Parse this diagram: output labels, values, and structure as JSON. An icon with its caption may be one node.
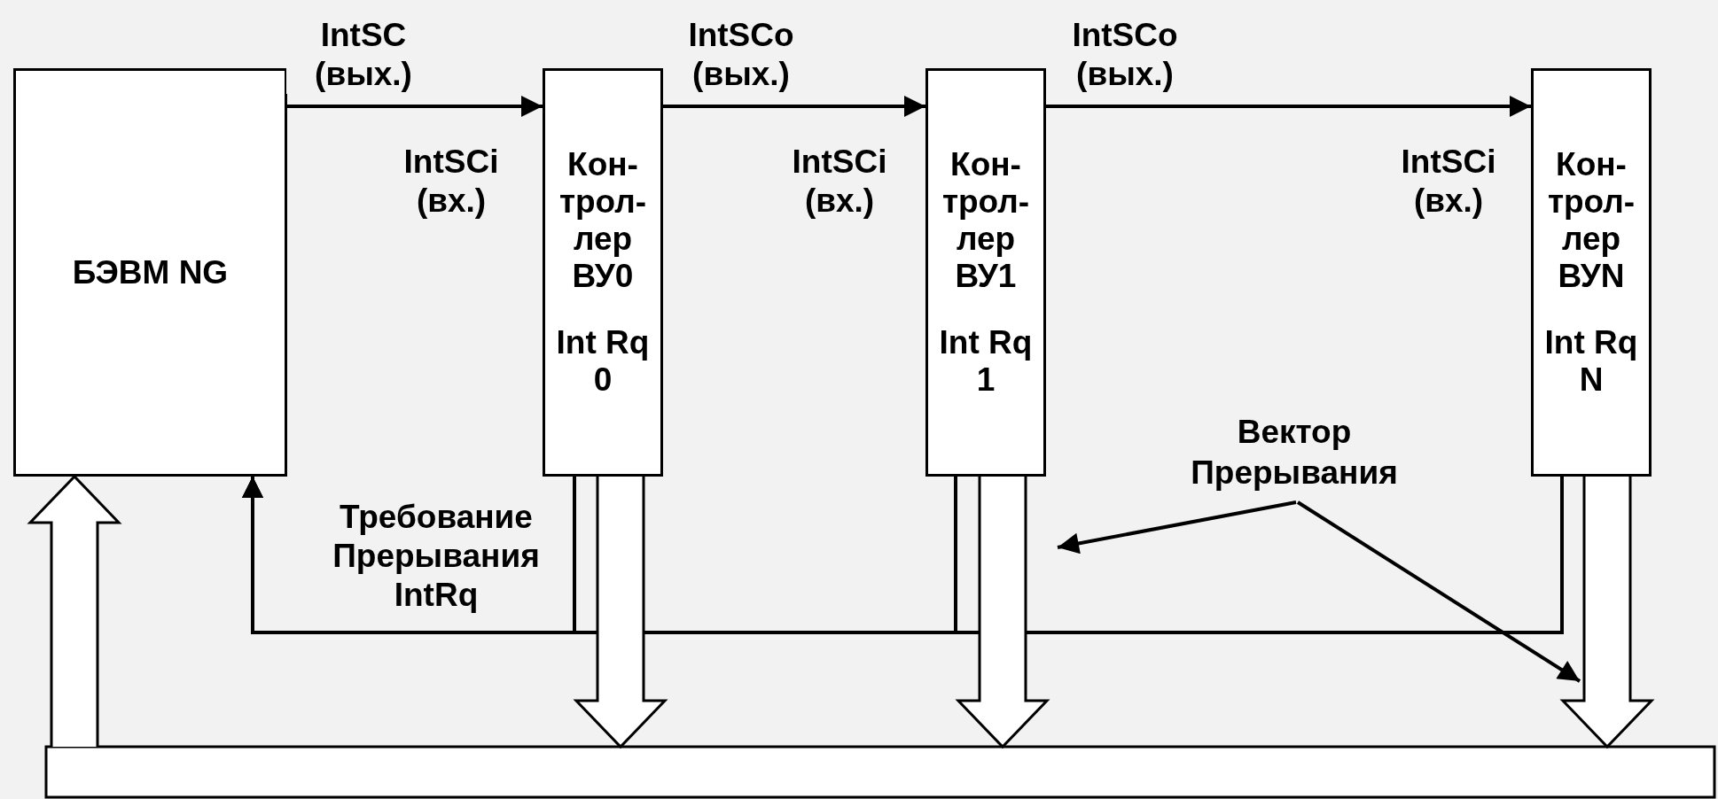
{
  "diagram": {
    "nodes": [
      {
        "text": [
          "БЭВМ NG"
        ]
      },
      {
        "text": [
          "Кон- трол- лер ВУ0",
          "Int Rq 0"
        ]
      },
      {
        "text": [
          "Кон- трол- лер ВУ1",
          "Int Rq 1"
        ]
      },
      {
        "text": [
          "Кон- трол- лер ВУN",
          "Int Rq N"
        ]
      },
      {
        "text": [],
        "shape": "bar"
      },
      {
        "text": [
          "Вектор Прерывания"
        ]
      }
    ],
    "edges": [
      {
        "from": 0,
        "to": 1,
        "arrow": "to",
        "label": "IntSC (вых.)"
      },
      {
        "from": 1,
        "to": 2,
        "arrow": "to",
        "label": "IntSCo (вых.)"
      },
      {
        "from": 2,
        "to": 3,
        "arrow": "to",
        "label": "IntSCo (вых.)"
      },
      {
        "from": 1,
        "to": 0,
        "arrow": "to",
        "label": "Требование Прерывания IntRq"
      },
      {
        "from": 2,
        "to": 0,
        "arrow": "to"
      },
      {
        "from": 3,
        "to": 0,
        "arrow": "to"
      },
      {
        "from": 1,
        "to": 4,
        "arrow": "to",
        "style": "thick"
      },
      {
        "from": 2,
        "to": 4,
        "arrow": "to",
        "style": "thick"
      },
      {
        "from": 3,
        "to": 4,
        "arrow": "to",
        "style": "thick"
      },
      {
        "from": 4,
        "to": 0,
        "arrow": "to",
        "style": "thick"
      },
      {
        "from": 5,
        "to": null,
        "arrow": "to"
      },
      {
        "from": 5,
        "to": null,
        "arrow": "to"
      }
    ],
    "labels": [
      "IntSCi (вх.)",
      "IntSCi (вх.)",
      "IntSCi (вх.)"
    ]
  }
}
